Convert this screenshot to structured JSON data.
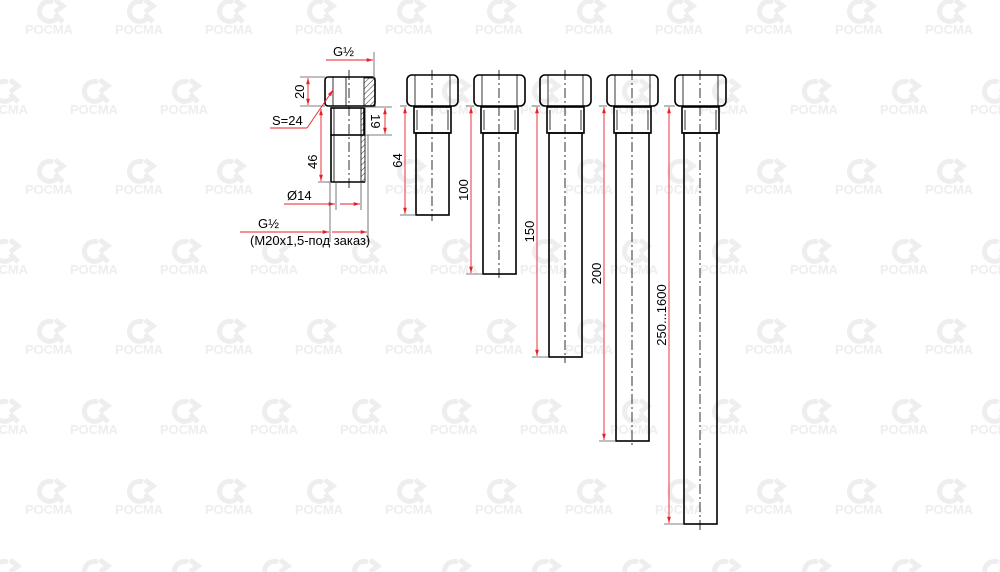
{
  "watermark": {
    "text": "РОСМА"
  },
  "fitting": {
    "top_thread": "G½",
    "nut_height": "20",
    "wrench_size": "S=24",
    "thread_length": "19",
    "length": "46",
    "bore": "Ø14",
    "bottom_thread": "G½",
    "bottom_thread_note": "(M20x1,5-под заказ)"
  },
  "tubes": [
    {
      "length_label": "64"
    },
    {
      "length_label": "100"
    },
    {
      "length_label": "150"
    },
    {
      "length_label": "200"
    },
    {
      "length_label": "250...1600"
    }
  ],
  "colors": {
    "dimension": "#e8202a",
    "outline": "#000000",
    "watermark": "#eeeeee"
  }
}
